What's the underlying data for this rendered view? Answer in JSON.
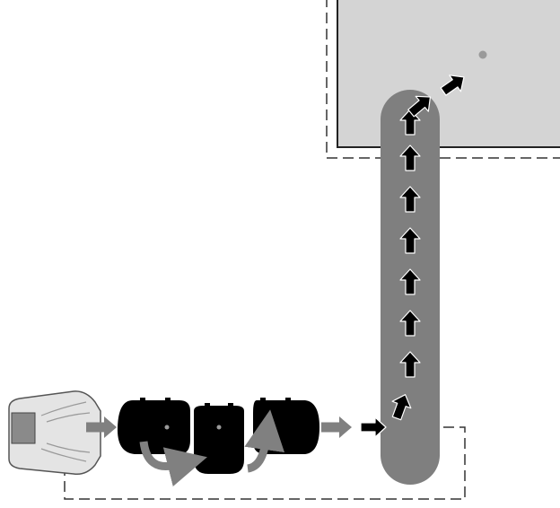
{
  "colors": {
    "background": "#ffffff",
    "lawn_fill": "#d4d4d4",
    "lawn_border": "#222222",
    "boundary_dash": "#333333",
    "corridor": "#7f7f7f",
    "arrow_black": "#000000",
    "arrow_gray": "#808080",
    "mower_body": "#000000",
    "station_fill": "#e4e4e4",
    "station_stroke": "#555555",
    "pivot_dot": "#9a9a9a",
    "target_dot": "#9a9a9a"
  },
  "icons": {
    "charging_station": "charging-station-icon",
    "mower": "robotic-mower-icon",
    "target": "target-point-icon"
  },
  "sequence": {
    "mower_positions": 3,
    "gray_transition_arrows": 4,
    "black_path_arrows": 10
  }
}
